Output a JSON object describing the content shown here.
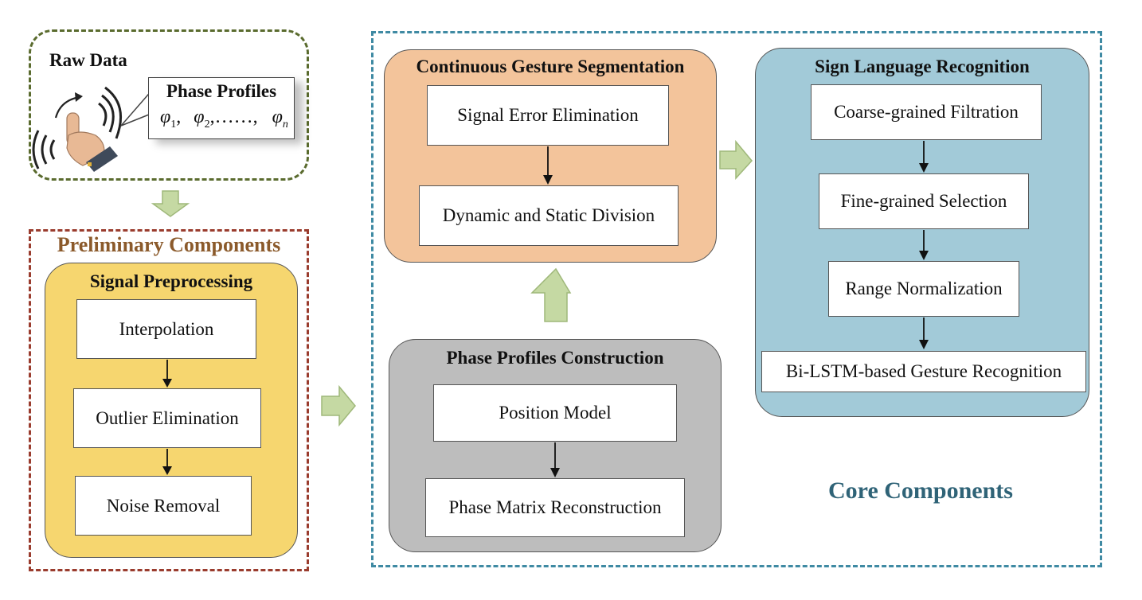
{
  "raw_data": {
    "title": "Raw Data",
    "callout_title": "Phase Profiles",
    "phi_1_sub": "1",
    "phi_2_sub": "2",
    "dots": ",……,",
    "phi_n_sub": "n",
    "comma": ","
  },
  "preliminary": {
    "title": "Preliminary Components",
    "panel_title": "Signal Preprocessing",
    "steps": [
      "Interpolation",
      "Outlier Elimination",
      "Noise Removal"
    ]
  },
  "core": {
    "title": "Core Components",
    "segmentation": {
      "title": "Continuous Gesture Segmentation",
      "steps": [
        "Signal Error Elimination",
        "Dynamic and Static Division"
      ]
    },
    "phase_construction": {
      "title": "Phase Profiles Construction",
      "steps": [
        "Position Model",
        "Phase Matrix Reconstruction"
      ]
    },
    "recognition": {
      "title": "Sign Language Recognition",
      "steps": [
        "Coarse-grained Filtration",
        "Fine-grained Selection",
        "Range Normalization",
        "Bi-LSTM-based Gesture Recognition"
      ]
    }
  },
  "colors": {
    "raw_border": "#5a6b2e",
    "prelim_border": "#9a3c2e",
    "prelim_title": "#8b5a2b",
    "prelim_fill": "#f6d66f",
    "core_border": "#3f8aa3",
    "core_title": "#2f6377",
    "seg_fill": "#f3c49b",
    "phase_fill": "#bdbdbd",
    "recog_fill": "#a2cad8",
    "big_arrow_fill": "#c5d9a3",
    "big_arrow_stroke": "#9fb87a"
  }
}
